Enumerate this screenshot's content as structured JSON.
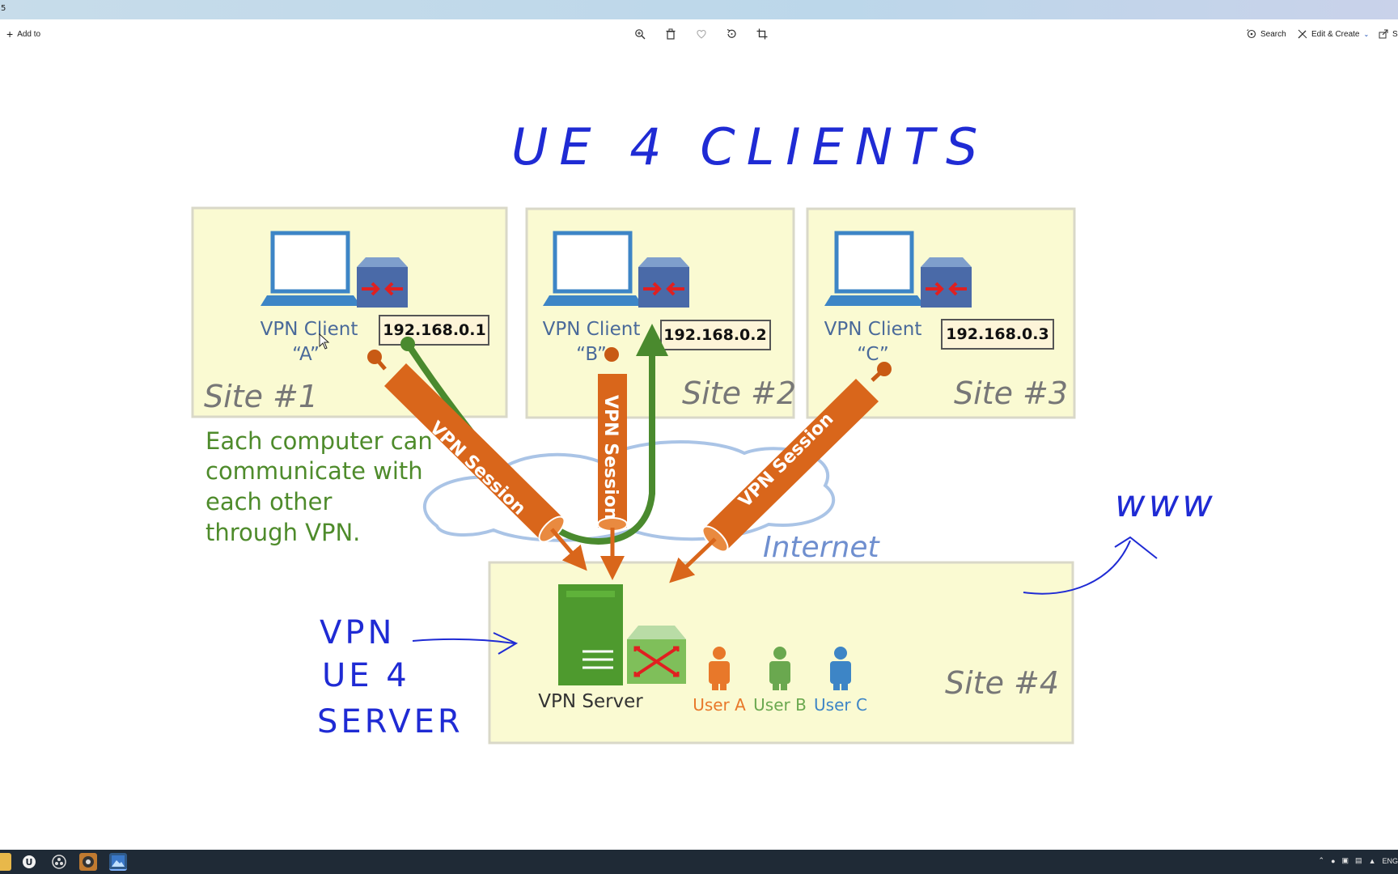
{
  "titlebar": {
    "fragment": "5"
  },
  "toolbar": {
    "add_to_label": "Add to",
    "search_label": "Search",
    "edit_create_label": "Edit & Create",
    "share_fragment": "S"
  },
  "diagram": {
    "title": "UE 4   CLIENTS",
    "sites": [
      {
        "label": "Site #1",
        "client_name": "VPN Client",
        "client_letter": "“A”",
        "ip": "192.168.0.1"
      },
      {
        "label": "Site #2",
        "client_name": "VPN Client",
        "client_letter": "“B”",
        "ip": "192.168.0.2"
      },
      {
        "label": "Site #3",
        "client_name": "VPN Client",
        "client_letter": "“C”",
        "ip": "192.168.0.3"
      }
    ],
    "session_label": "VPN Session",
    "note_lines": [
      "Each computer can",
      "communicate with",
      "each other",
      "through VPN."
    ],
    "internet_label": "Internet",
    "server": {
      "site_label": "Site #4",
      "server_label": "VPN Server",
      "users": [
        "User A",
        "User B",
        "User C"
      ]
    },
    "annotations": {
      "www": "www",
      "server_note": [
        "VPN",
        "UE 4",
        "SERVER"
      ]
    }
  },
  "taskbar": {
    "tray_language": "ENG"
  },
  "colors": {
    "site_fill": "#fafad2",
    "session_orange": "#d9661b",
    "path_green": "#4a8a2e",
    "ink_blue": "#1f2bd4",
    "note_green": "#4e8b2b",
    "internet_blue": "#6f8fcf",
    "user_a": "#e8782a",
    "user_b": "#6aa84f",
    "user_c": "#3d85c6"
  }
}
